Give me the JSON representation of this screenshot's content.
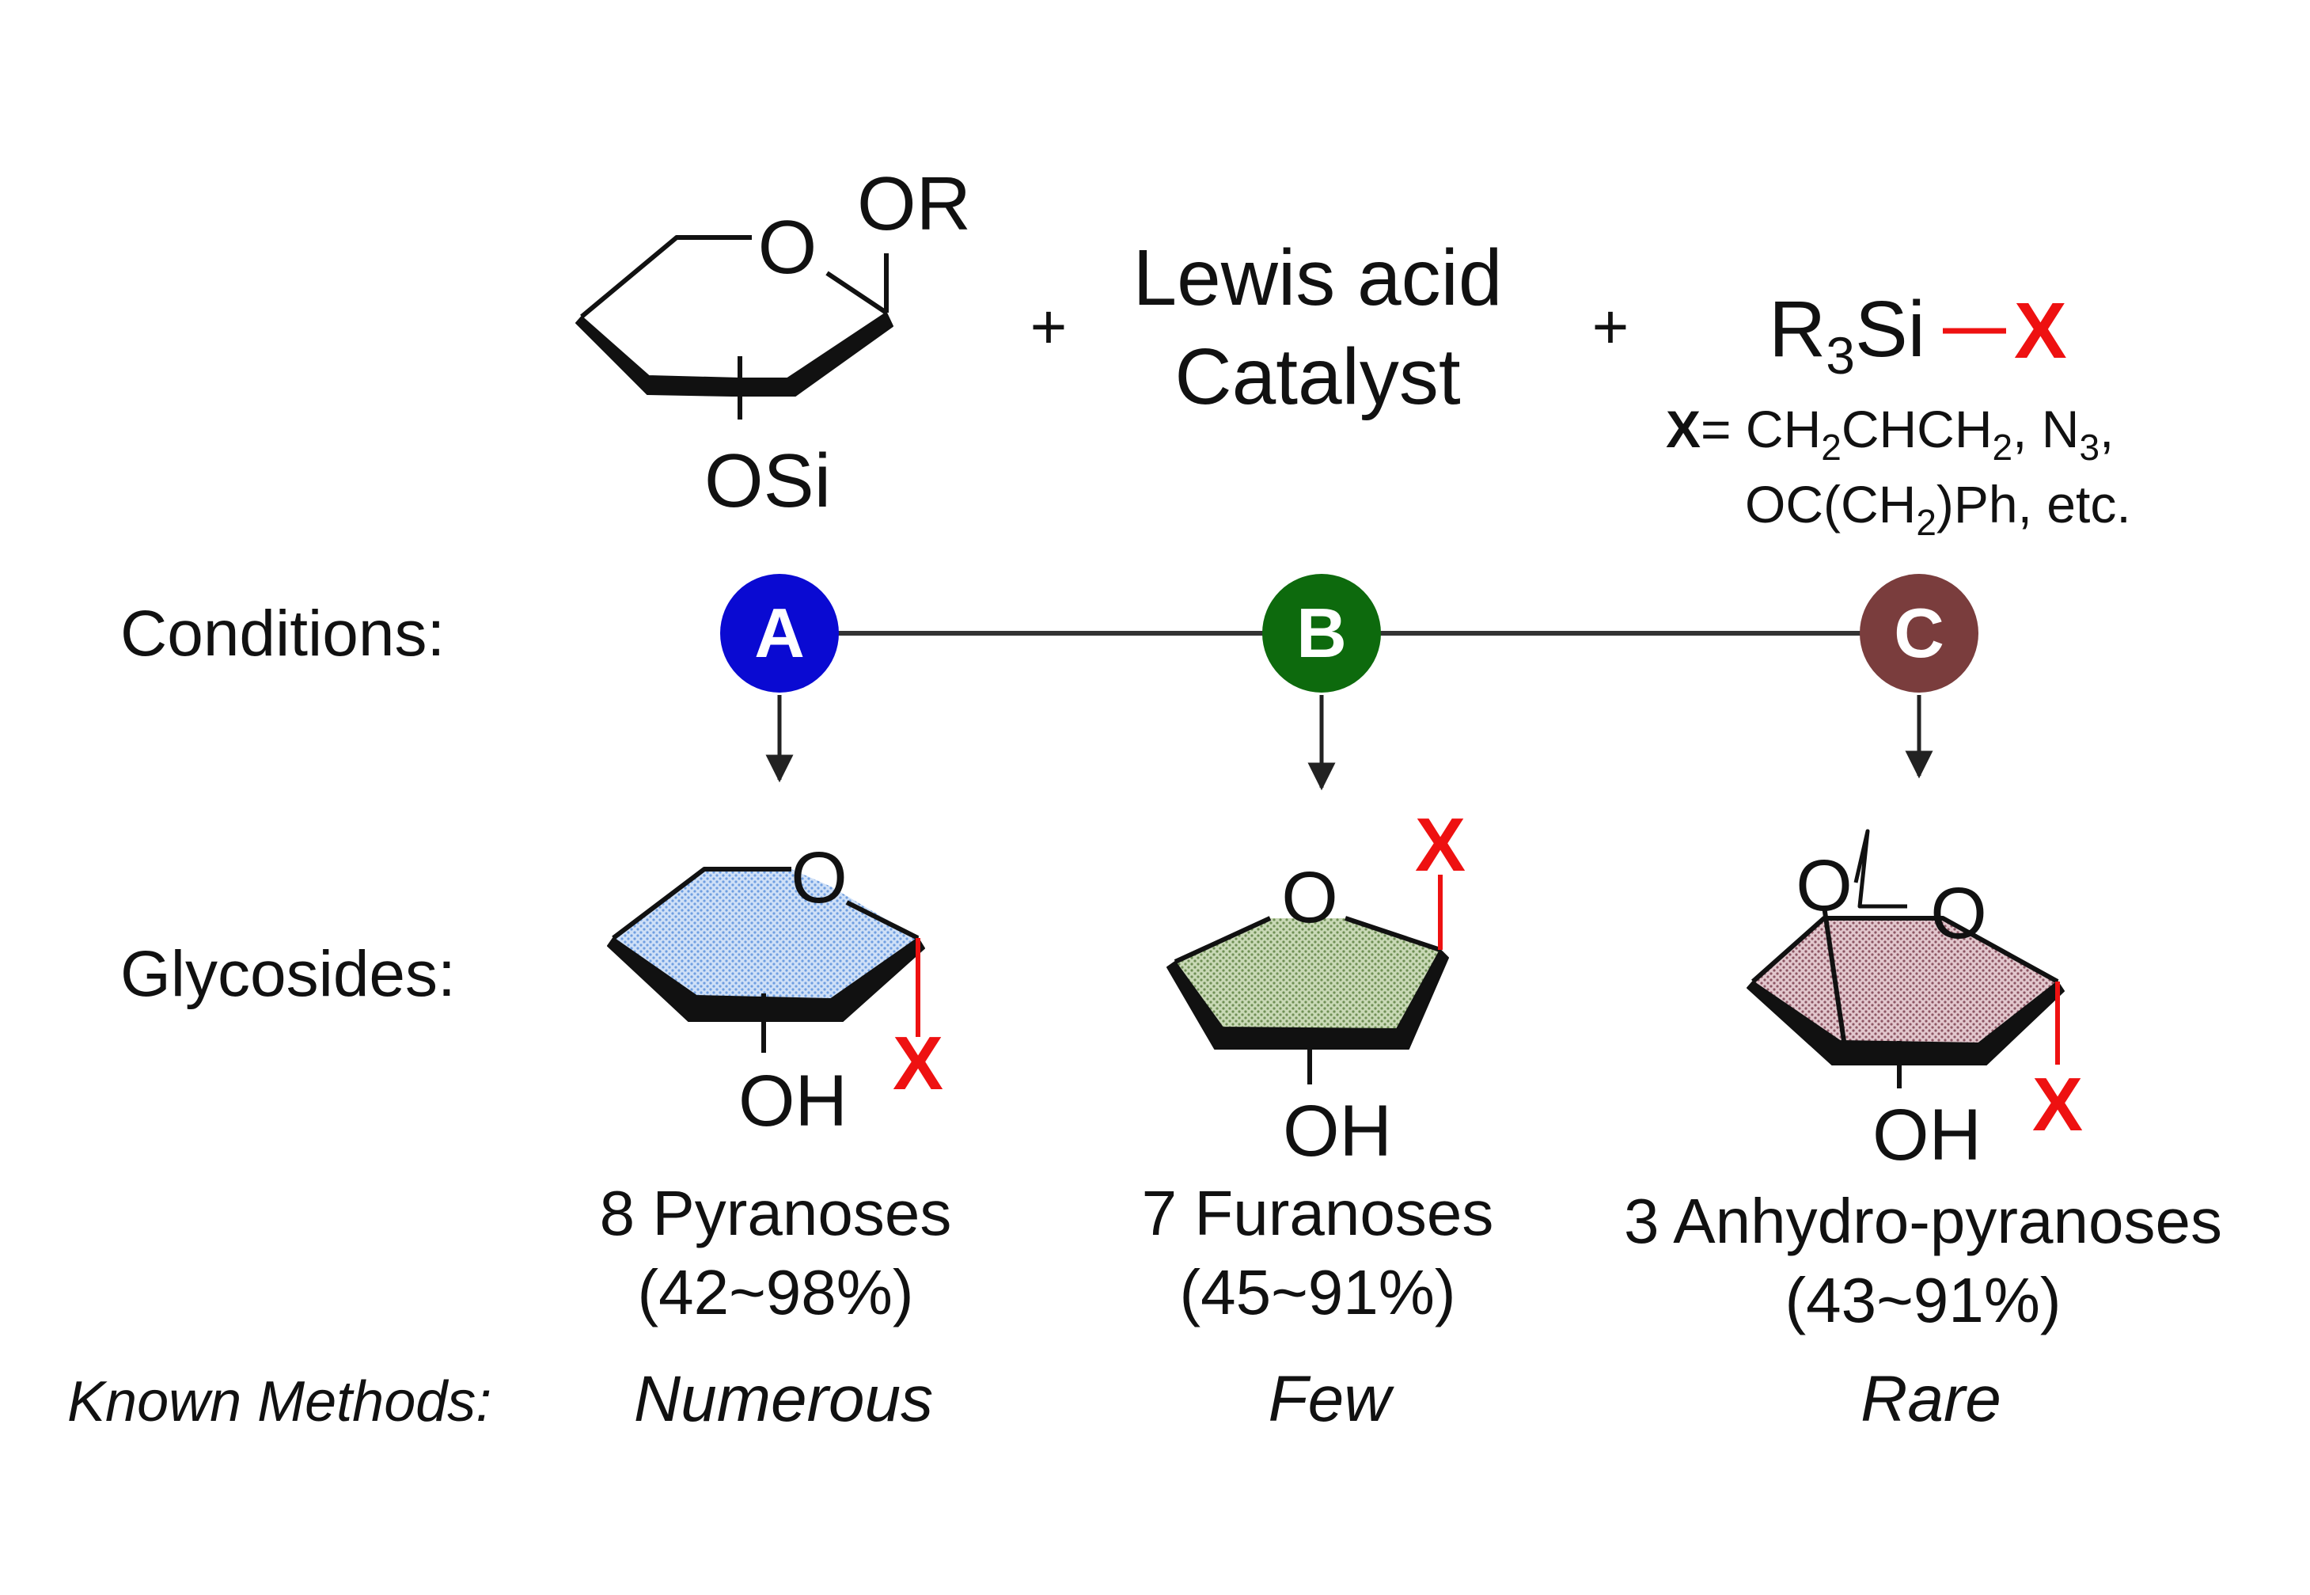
{
  "reactants": {
    "sugar_top_label": "OR",
    "sugar_ring_o": "O",
    "sugar_bottom_label": "OSi",
    "plus": "+",
    "lewis_line1": "Lewis acid",
    "lewis_line2": "Catalyst",
    "silane_prefix": "R",
    "silane_sub": "3",
    "silane_si": "Si",
    "silane_x": "X",
    "x_def_label": "X",
    "x_def_line1": [
      {
        "t": "= CH",
        "s": false
      },
      {
        "t": "2",
        "s": true
      },
      {
        "t": "CHCH",
        "s": false
      },
      {
        "t": "2",
        "s": true
      },
      {
        "t": ", N",
        "s": false
      },
      {
        "t": "3",
        "s": true
      },
      {
        "t": ",",
        "s": false
      }
    ],
    "x_def_line2": [
      {
        "t": "OC(CH",
        "s": false
      },
      {
        "t": "2",
        "s": true
      },
      {
        "t": ")Ph, etc.",
        "s": false
      }
    ]
  },
  "conditions": {
    "label": "Conditions:",
    "nodes": [
      {
        "letter": "A",
        "color": "#0a0ad2"
      },
      {
        "letter": "B",
        "color": "#0d6a0d"
      },
      {
        "letter": "C",
        "color": "#7a3d3d"
      }
    ]
  },
  "glycosides": {
    "label": "Glycosides:",
    "items": [
      {
        "ring_o": "O",
        "oh": "OH",
        "x": "X",
        "fill": "#a9c9f2",
        "name": "8 Pyranoses",
        "yield": "(42~98%)",
        "method": "Numerous"
      },
      {
        "ring_o": "O",
        "oh": "OH",
        "x": "X",
        "fill": "#a7bf8f",
        "name": "7 Furanoses",
        "yield": "(45~91%)",
        "method": "Few"
      },
      {
        "ring_o": "O",
        "ring_o2": "O",
        "oh": "OH",
        "x": "X",
        "fill": "#c69ca6",
        "name": "3 Anhydro-pyranoses",
        "yield": "(43~91%)",
        "method": "Rare"
      }
    ]
  },
  "known_methods_label": "Known Methods:",
  "colors": {
    "x_red": "#ee1111",
    "line": "#222222"
  }
}
